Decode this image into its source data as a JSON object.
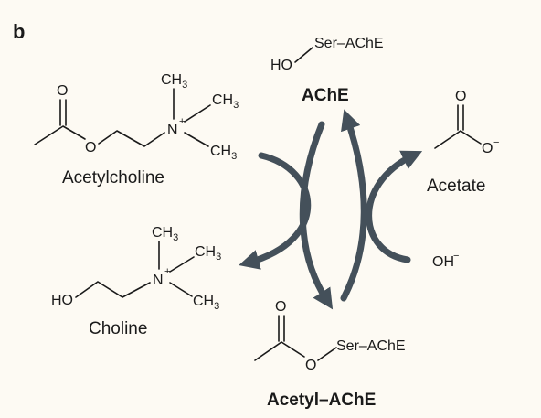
{
  "panel_label": "b",
  "enzyme": {
    "label": "AChE",
    "ho": "HO",
    "ser": "Ser–AChE"
  },
  "acetylcholine": {
    "name": "Acetylcholine",
    "o_carbonyl": "O",
    "o_ester": "O",
    "n": "N",
    "n_charge": "+",
    "ch3_1": "CH",
    "ch3_2": "CH",
    "ch3_3": "CH",
    "sub3": "3"
  },
  "acetate": {
    "name": "Acetate",
    "o_top": "O",
    "o_minus": "O",
    "charge": "−"
  },
  "choline": {
    "name": "Choline",
    "ho": "HO",
    "n": "N",
    "n_charge": "+",
    "ch3_1": "CH",
    "ch3_2": "CH",
    "ch3_3": "CH",
    "sub3": "3"
  },
  "hydroxide": {
    "label": "OH",
    "charge": "−"
  },
  "acetyl_ache": {
    "name": "Acetyl–AChE",
    "o_top": "O",
    "o_ester": "O",
    "ser": "Ser–AChE"
  },
  "colors": {
    "arrow": "#44505a",
    "background": "#fdfaf3"
  }
}
